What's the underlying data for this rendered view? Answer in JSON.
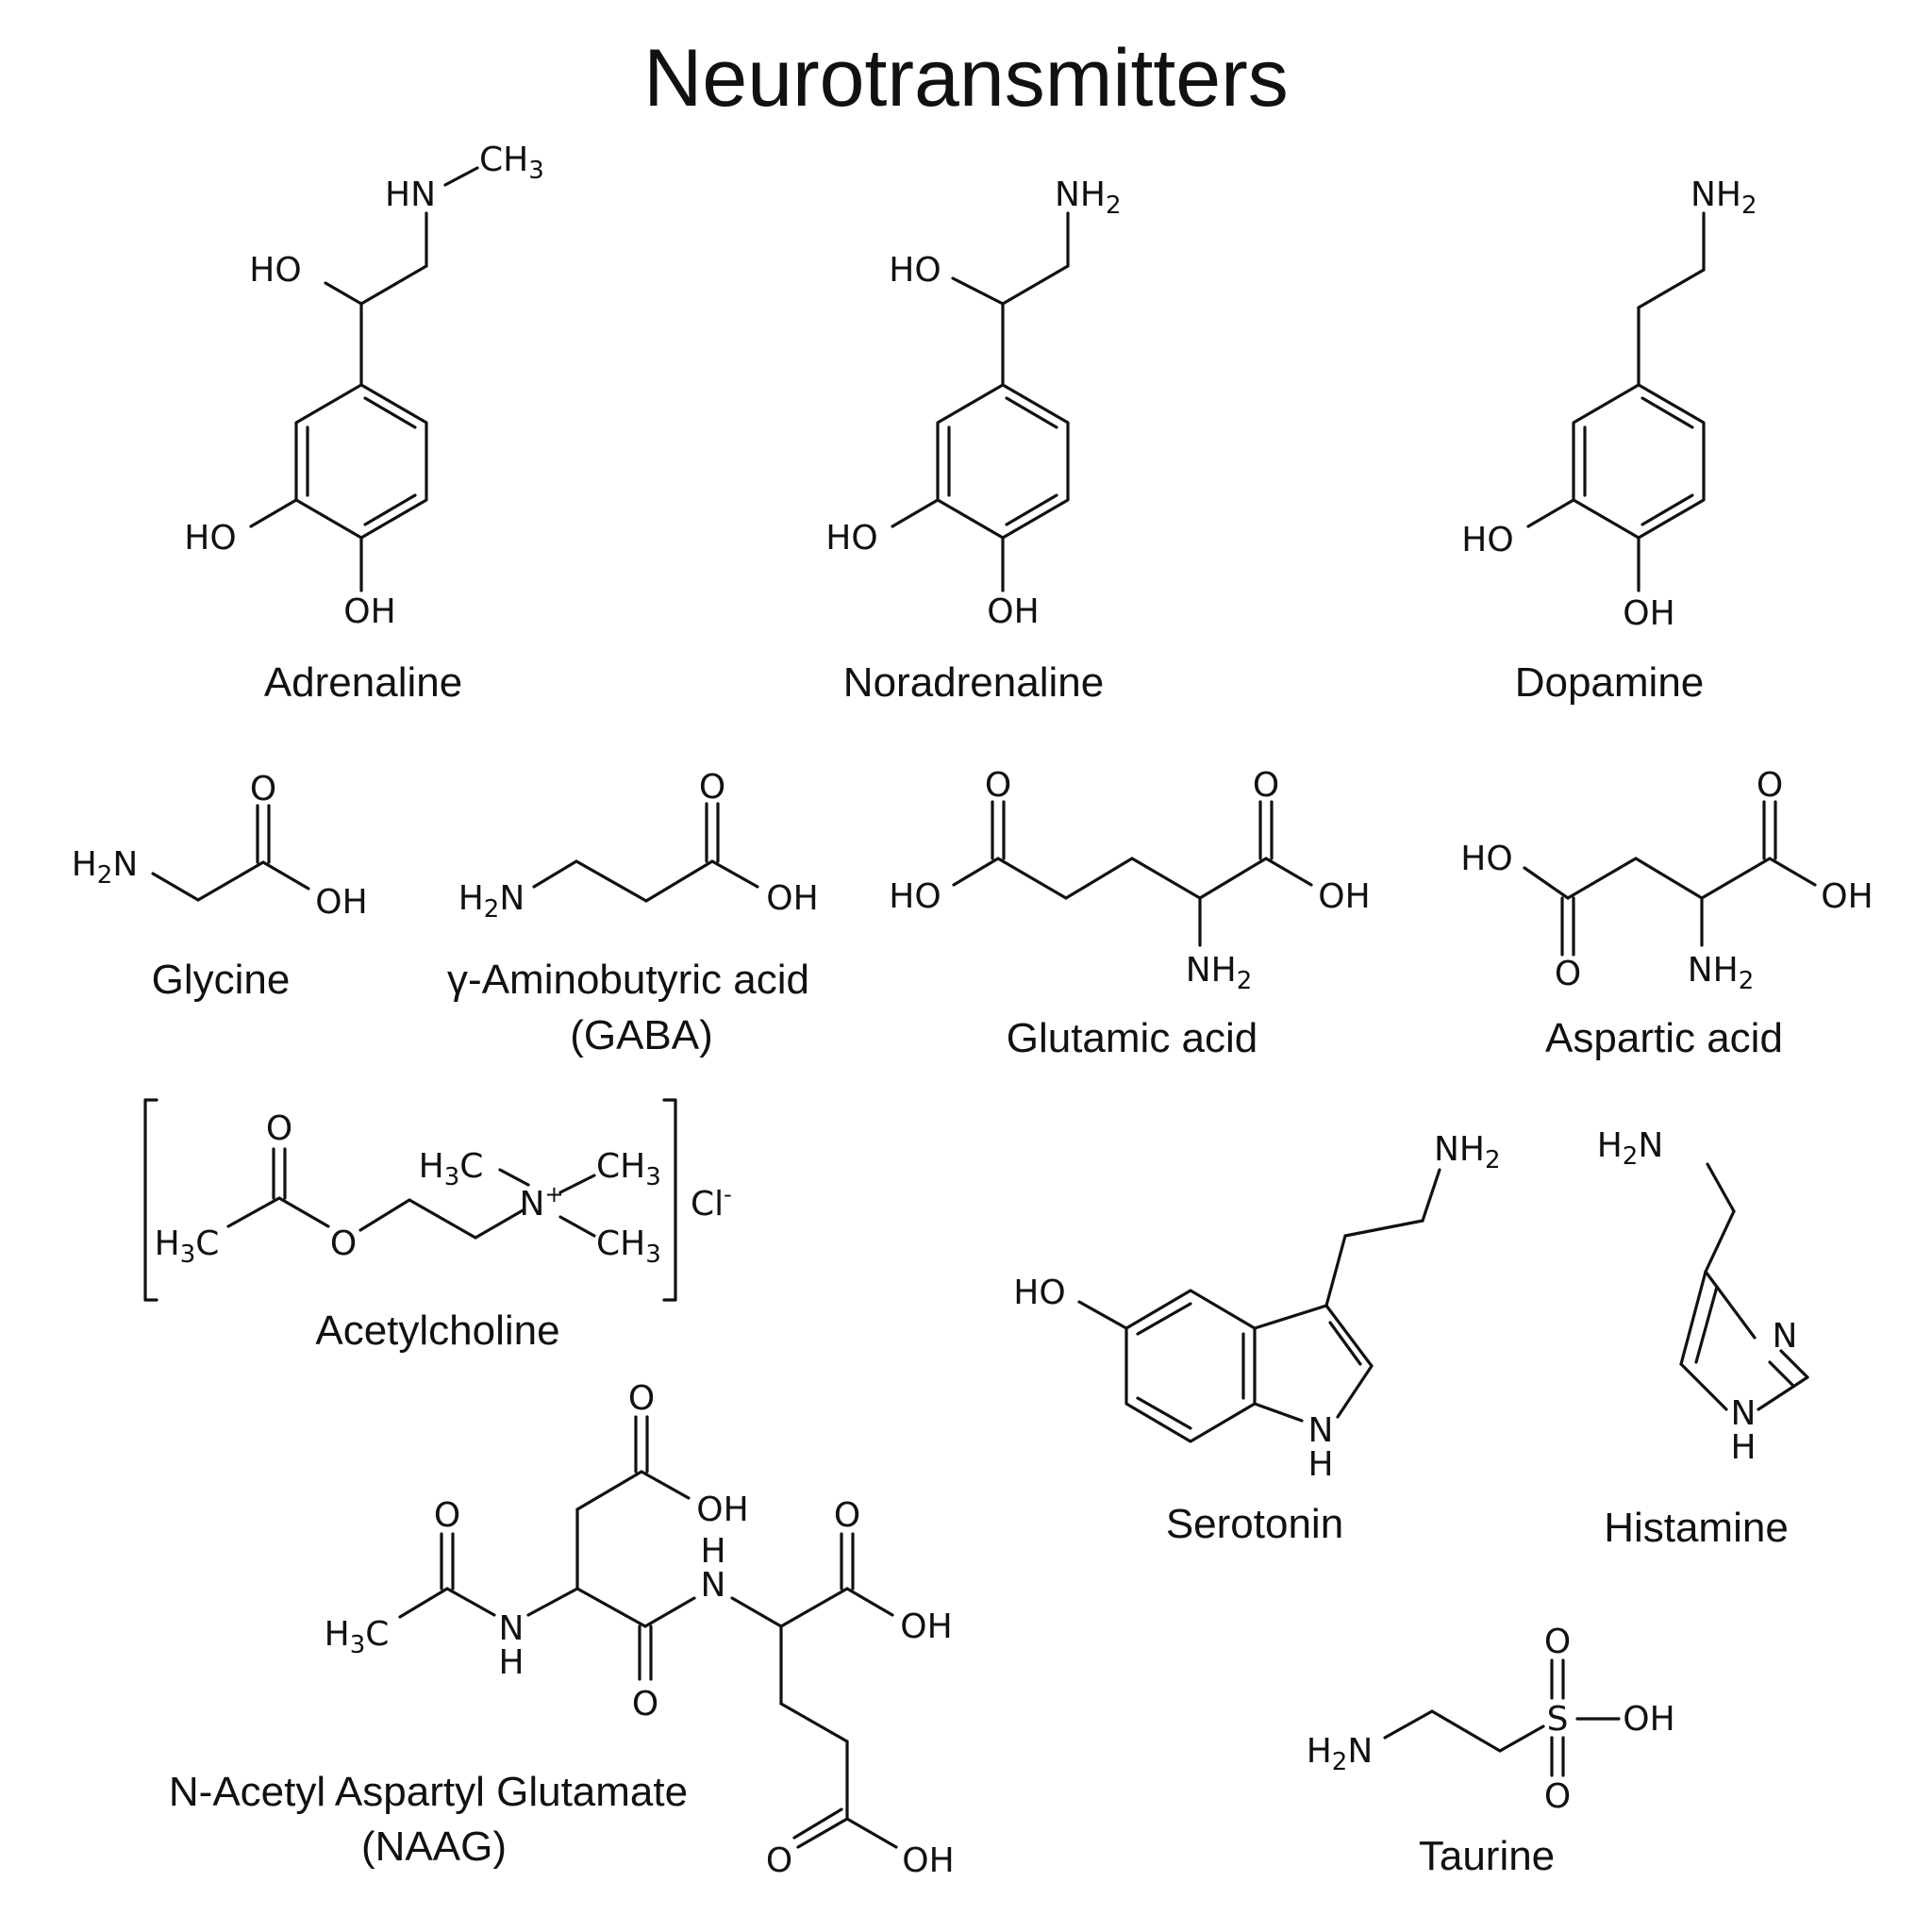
{
  "title": "Neurotransmitters",
  "molecules": {
    "adrenaline": {
      "name": "Adrenaline",
      "labels": {
        "ho_side": "HO",
        "ho_ring3": "HO",
        "oh_ring4": "OH",
        "hn": "HN",
        "ch3": "CH3"
      }
    },
    "noradrenaline": {
      "name": "Noradrenaline",
      "labels": {
        "ho_side": "HO",
        "ho_ring3": "HO",
        "oh_ring4": "OH",
        "nh2": "NH2"
      }
    },
    "dopamine": {
      "name": "Dopamine",
      "labels": {
        "ho_ring3": "HO",
        "oh_ring4": "OH",
        "nh2": "NH2"
      }
    },
    "glycine": {
      "name": "Glycine",
      "labels": {
        "h2n": "H2N",
        "o": "O",
        "oh": "OH"
      }
    },
    "gaba": {
      "name": "γ-Aminobutyric acid",
      "name2": "(GABA)",
      "labels": {
        "h2n": "H2N",
        "o": "O",
        "oh": "OH"
      }
    },
    "glutamic_acid": {
      "name": "Glutamic acid",
      "labels": {
        "o_left": "O",
        "ho": "HO",
        "o_right": "O",
        "oh": "OH",
        "nh2": "NH2"
      }
    },
    "aspartic_acid": {
      "name": "Aspartic acid",
      "labels": {
        "ho": "HO",
        "o_bottom": "O",
        "o_top": "O",
        "oh": "OH",
        "nh2": "NH2"
      }
    },
    "acetylcholine": {
      "name": "Acetylcholine",
      "labels": {
        "o_carbonyl": "O",
        "h3c_acetyl": "H3C",
        "o_ester": "O",
        "n_plus": "N+",
        "h3c_n": "H3C",
        "ch3_top": "CH3",
        "ch3_bottom": "CH3",
        "cl_minus": "Cl-"
      }
    },
    "serotonin": {
      "name": "Serotonin",
      "labels": {
        "ho": "HO",
        "nh2": "NH2",
        "nh_n": "N",
        "nh_h": "H"
      }
    },
    "histamine": {
      "name": "Histamine",
      "labels": {
        "h2n": "H2N",
        "n_ring": "N",
        "nh_n": "N",
        "nh_h": "H"
      }
    },
    "naag": {
      "name": "N-Acetyl Aspartyl Glutamate",
      "name2": "(NAAG)",
      "labels": {
        "o_acetyl": "O",
        "h3c": "H3C",
        "nh1_n": "N",
        "nh1_h": "H",
        "o_asp_top": "O",
        "oh_asp": "OH",
        "o_amide": "O",
        "nh2_h": "H",
        "nh2_n": "N",
        "o_glu_top": "O",
        "oh_glu_top": "OH",
        "o_glu_bottom": "O",
        "oh_glu_bottom": "OH"
      }
    },
    "taurine": {
      "name": "Taurine",
      "labels": {
        "h2n": "H2N",
        "s": "S",
        "o_top": "O",
        "o_bottom": "O",
        "oh": "OH"
      }
    }
  }
}
